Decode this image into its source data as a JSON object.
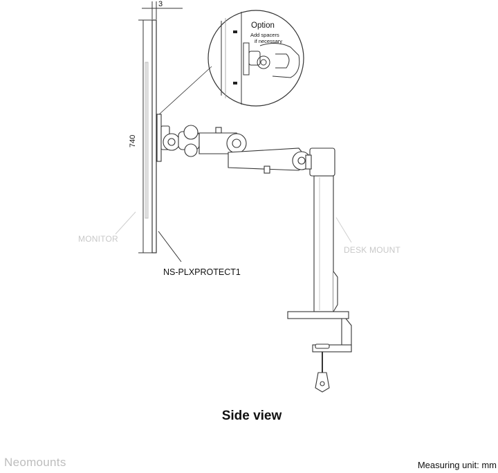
{
  "labels": {
    "monitor": "MONITOR",
    "desk_mount": "DESK MOUNT",
    "product": "NS-PLXPROTECT1",
    "dim_thickness": "3",
    "dim_height": "740",
    "option_title": "Option",
    "option_text_line1": "Add spacers",
    "option_text_line2": "if necessary"
  },
  "title": "Side view",
  "brand": "Neomounts",
  "measuring_unit": "Measuring unit: mm"
}
